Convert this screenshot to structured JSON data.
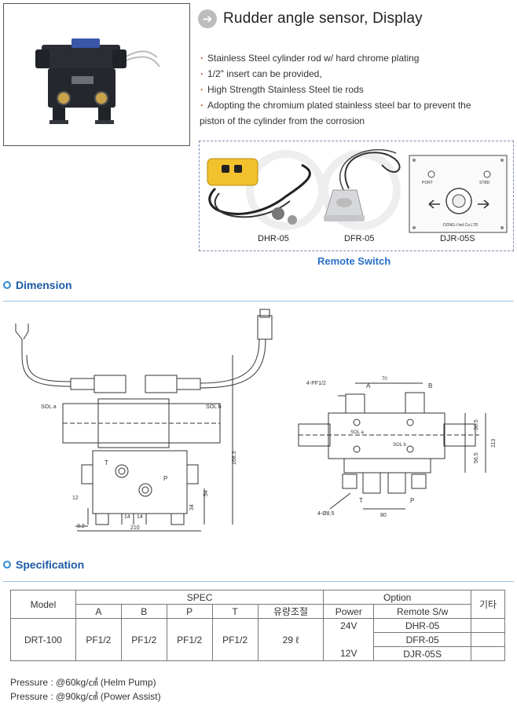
{
  "title": "Rudder angle sensor, Display",
  "features": [
    "Stainless Steel cylinder rod w/ hard chrome plating",
    "1/2\" insert can be provided,",
    "High Strength Stainless Steel tie rods",
    "Adopting the chromium plated stainless steel bar to prevent the",
    "piston of the cylinder from the corrosion"
  ],
  "remote": {
    "items": [
      {
        "label": "DHR-05"
      },
      {
        "label": "DFR-05"
      },
      {
        "label": "DJR-05S"
      }
    ],
    "panel_port": "PORT",
    "panel_stbd": "STBD",
    "panel_brand": "DONG-I lnd Co.LTD",
    "caption": "Remote Switch"
  },
  "sections": {
    "dimension": "Dimension",
    "specification": "Specification"
  },
  "drawing": {
    "sol_a": "SOL a",
    "sol_b": "SOL b",
    "port_t": "T",
    "port_p": "P",
    "port_a": "A",
    "port_b": "B",
    "d_168": "168.3",
    "d_54": "54",
    "d_34": "34",
    "d_12": "12",
    "d_14a": "14",
    "d_14b": "14",
    "d_32": "3.2",
    "d_210": "210",
    "d_4pf": "4-PF1/2",
    "d_70": "70",
    "d_365": "36.5",
    "d_565": "56.5",
    "d_113": "113",
    "d_4d": "4-Ø8.5",
    "d_80": "80",
    "sol_ra": "SOL a",
    "sol_rb": "SOL b"
  },
  "spec": {
    "model_header": "Model",
    "spec_header": "SPEC",
    "option_header": "Option",
    "etc_header": "기타",
    "cols": [
      "A",
      "B",
      "P",
      "T",
      "유량조절"
    ],
    "power_header": "Power",
    "remote_header": "Remote S/w",
    "model": "DRT-100",
    "values": [
      "PF1/2",
      "PF1/2",
      "PF1/2",
      "PF1/2",
      "29 ℓ"
    ],
    "power_24": "24V",
    "power_12": "12V",
    "remotes": [
      "DHR-05",
      "DFR-05",
      "DJR-05S"
    ]
  },
  "pressure": [
    "Pressure : @60kg/㎠ (Helm Pump)",
    "Pressure : @90kg/㎠ (Power Assist)"
  ],
  "colors": {
    "heading": "#1c5aa6",
    "caption": "#2a6fc9",
    "bullet": "#c0392b",
    "switch_yellow": "#f2c12e"
  }
}
